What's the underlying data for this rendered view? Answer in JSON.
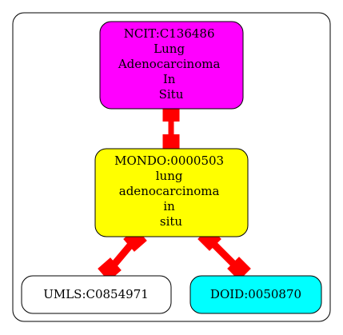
{
  "colors": {
    "magenta": "#ff00ff",
    "yellow": "#ffff00",
    "white": "#ffffff",
    "cyan": "#00ffff",
    "edge": "#ff0000",
    "stroke": "#000000"
  },
  "nodes": {
    "ncit": {
      "lines": [
        "NCIT:C136486",
        "Lung",
        "Adenocarcinoma",
        "In",
        "Situ"
      ]
    },
    "mondo": {
      "lines": [
        "MONDO:0000503",
        "lung",
        "adenocarcinoma",
        "in",
        "situ"
      ]
    },
    "umls": {
      "lines": [
        "UMLS:C0854971"
      ]
    },
    "doid": {
      "lines": [
        "DOID:0050870"
      ]
    }
  },
  "edges": [
    {
      "from": "ncit",
      "to": "mondo"
    },
    {
      "from": "mondo",
      "to": "umls"
    },
    {
      "from": "mondo",
      "to": "doid"
    }
  ]
}
